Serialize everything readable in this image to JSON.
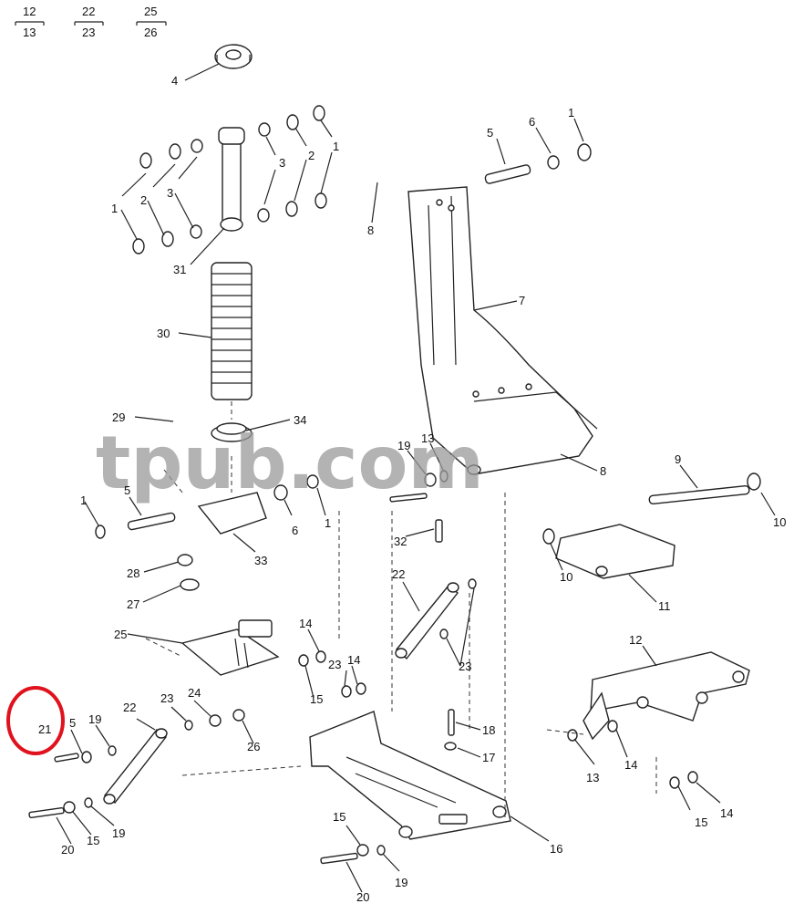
{
  "legend": {
    "pairs": [
      {
        "top": "12",
        "bottom": "13"
      },
      {
        "top": "22",
        "bottom": "23"
      },
      {
        "top": "25",
        "bottom": "26"
      }
    ]
  },
  "watermark": "tpub.com",
  "callouts": {
    "c4": "4",
    "c1a": "1",
    "c2a": "2",
    "c3a": "3",
    "c3b": "3",
    "c2b": "2",
    "c1b": "1",
    "c31": "31",
    "c5a": "5",
    "c6a": "6",
    "c1c": "1",
    "c8a": "8",
    "c7": "7",
    "c30": "30",
    "c29": "29",
    "c34": "34",
    "c19a": "19",
    "c13a": "13",
    "c8b": "8",
    "c9": "9",
    "c10a": "10",
    "c1d": "1",
    "c5b": "5",
    "c6b": "6",
    "c1e": "1",
    "c32": "32",
    "c33": "33",
    "c10b": "10",
    "c11": "11",
    "c28": "28",
    "c27": "27",
    "c22a": "22",
    "c25": "25",
    "c14a": "14",
    "c23a": "23",
    "c14b": "14",
    "c15a": "15",
    "c23b": "23",
    "c12": "12",
    "c21": "21",
    "c5c": "5",
    "c19b": "19",
    "c22b": "22",
    "c23c": "23",
    "c24": "24",
    "c26": "26",
    "c18": "18",
    "c17": "17",
    "c13b": "13",
    "c14c": "14",
    "c15b": "15",
    "c14d": "14",
    "c20a": "20",
    "c15c": "15",
    "c19c": "19",
    "c15d": "15",
    "c16": "16",
    "c19d": "19",
    "c20b": "20"
  },
  "highlight_color": "#e0121e"
}
